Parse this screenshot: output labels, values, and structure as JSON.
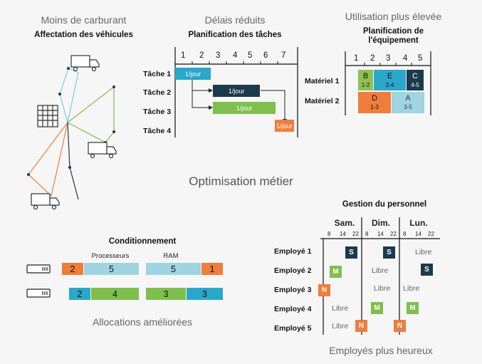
{
  "center_title": "Optimisation métier",
  "fuel": {
    "title": "Moins de carburant",
    "subtitle": "Affectation des véhicules"
  },
  "tasks": {
    "title": "Délais réduits",
    "subtitle": "Planification des tâches",
    "days": [
      "1",
      "2",
      "3",
      "4",
      "5",
      "6",
      "7"
    ],
    "rows": [
      {
        "label": "Tâche 1",
        "rate": "1/jour",
        "color": "#2aa7c9"
      },
      {
        "label": "Tâche 2",
        "rate": "1/jour",
        "color": "#1b3a4b"
      },
      {
        "label": "Tâche 3",
        "rate": "1/jour",
        "color": "#7fbf4d"
      },
      {
        "label": "Tâche 4",
        "rate": "1/jour",
        "color": "#ef7d3c"
      }
    ]
  },
  "equipment": {
    "title": "Utilisation plus élevée",
    "subtitle_line1": "Planification de",
    "subtitle_line2": "l'équipement",
    "ticks": [
      "1",
      "2",
      "3",
      "4",
      "5"
    ],
    "rows": [
      "Matériel 1",
      "Matériel 2"
    ],
    "blocks": [
      {
        "letter": "B",
        "range": "1-2"
      },
      {
        "letter": "E",
        "range": "2-4"
      },
      {
        "letter": "C",
        "range": "4-5"
      },
      {
        "letter": "D",
        "range": "1-3"
      },
      {
        "letter": "A",
        "range": "3-5"
      }
    ]
  },
  "packing": {
    "title": "Conditionnement",
    "col1": "Processeurs",
    "col2": "RAM",
    "server1": [
      "2",
      "5",
      "5",
      "1"
    ],
    "server2": [
      "2",
      "4",
      "3",
      "3"
    ],
    "footer": "Allocations améliorées"
  },
  "staff": {
    "title": "Gestion du personnel",
    "days": [
      "Sam.",
      "Dim.",
      "Lun."
    ],
    "hours": [
      "8",
      "14",
      "22"
    ],
    "employees": [
      "Employé 1",
      "Employé 2",
      "Employé 3",
      "Employé 4",
      "Employé 5"
    ],
    "libre": "Libre",
    "codes": {
      "s": "S",
      "m": "M",
      "n": "N"
    },
    "footer": "Employés plus heureux"
  }
}
